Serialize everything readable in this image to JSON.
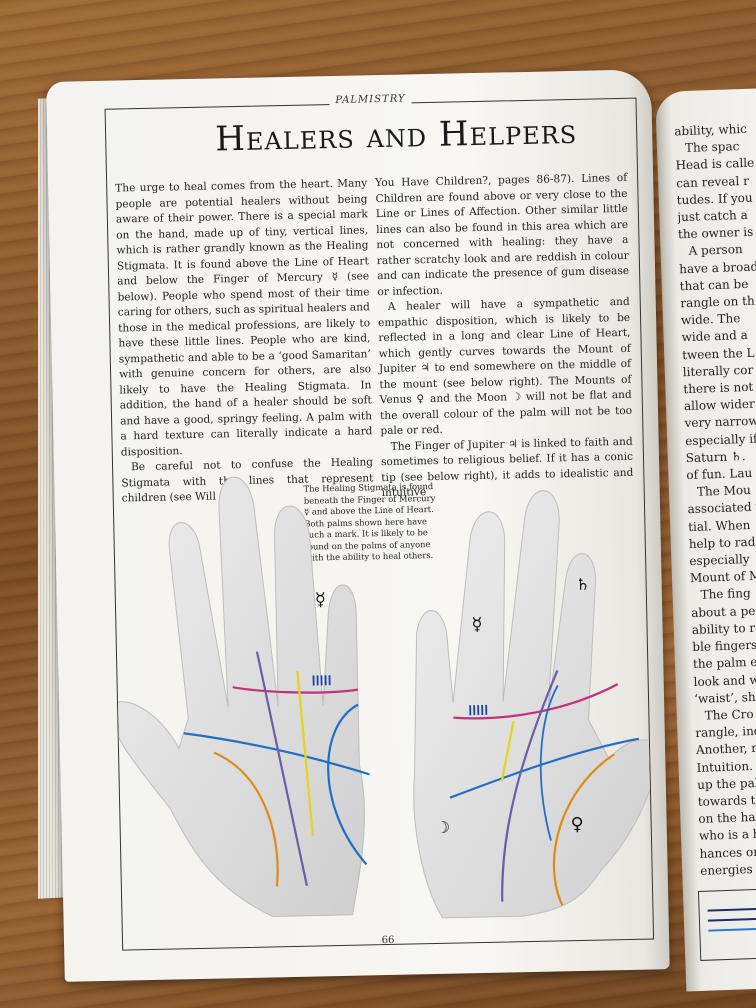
{
  "running_head": "PALMISTRY",
  "title": "Healers and Helpers",
  "left_column": [
    "The urge to heal comes from the heart. Many people are potential healers without being aware of their power. There is a special mark on the hand, made up of tiny, vertical lines, which is rather grandly known as the Healing Stigmata. It is found above the Line of Heart and below the Finger of Mercury ☿ (see below). People who spend most of their time caring for others, such as spiritual healers and those in the medical professions, are likely to have these little lines. People who are kind, sympathetic and able to be a ‘good Samaritan’ with genuine concern for others, are also likely to have the Healing Stigmata. In addition, the hand of a healer should be soft and have a good, springy feeling. A palm with a hard texture can literally indicate a hard disposition.",
    "Be careful not to confuse the Healing Stigmata with the lines that represent children (see Will"
  ],
  "right_column": [
    "You Have Children?, pages 86-87). Lines of Children are found above or very close to the Line or Lines of Affection. Other similar little lines can also be found in this area which are not concerned with healing: they have a rather scratchy look and are reddish in colour and can indicate the presence of gum disease or infection.",
    "A healer will have a sympathetic and empathic disposition, which is likely to be reflected in a long and clear Line of Heart, which gently curves towards the Mount of Jupiter ♃ to end somewhere on the middle of the mount (see below right). The Mounts of Venus ♀ and the Moon ☽ will not be flat and the overall colour of the palm will not be too pale or red.",
    "The Finger of Jupiter ♃ is linked to faith and sometimes to religious belief. If it has a conic tip (see below right), it adds to idealistic and intuitive"
  ],
  "caption": "The Healing Stigmata is found beneath the Finger of Mercury ☿ and above the Line of Heart. Both palms shown here have such a mark. It is likely to be found on the palms of anyone with the ability to heal others.",
  "symbols": {
    "mercury": "☿",
    "saturn": "♄",
    "moon": "☽",
    "venus": "♀"
  },
  "folio": "66",
  "next_page_lines": [
    "ability, whic",
    "The spac",
    "Head is calle",
    "can reveal r",
    "tudes. If you",
    "just catch a",
    "the owner is",
    "A person",
    "have a broad",
    "that can be",
    "rangle on th",
    "wide. The",
    "wide and a",
    "tween the L",
    "literally cor",
    "there is not",
    "allow wider",
    "very narrow",
    "especially if",
    "Saturn ♄.",
    "of fun. Lau",
    "The Mou",
    "associated w",
    "tial. When",
    "help to rad",
    "especially",
    "Mount of M",
    "The fing",
    "about a pe",
    "ability to re",
    "ble fingers,",
    "the palm ea",
    "look and wi",
    "‘waist’, sho",
    "The Cro",
    "rangle, ind",
    "Another, ra",
    "Intuition.",
    "up the pal",
    "towards th",
    "on the han",
    "who is a he",
    "hances one",
    "energies st"
  ],
  "colors": {
    "heart_line": "#c2307a",
    "head_line": "#1f6fc7",
    "life_line": "#e08a16",
    "fate_line": "#6a5ea8",
    "sun_line": "#e8d21a",
    "stigmata": "#1f3fa8"
  }
}
